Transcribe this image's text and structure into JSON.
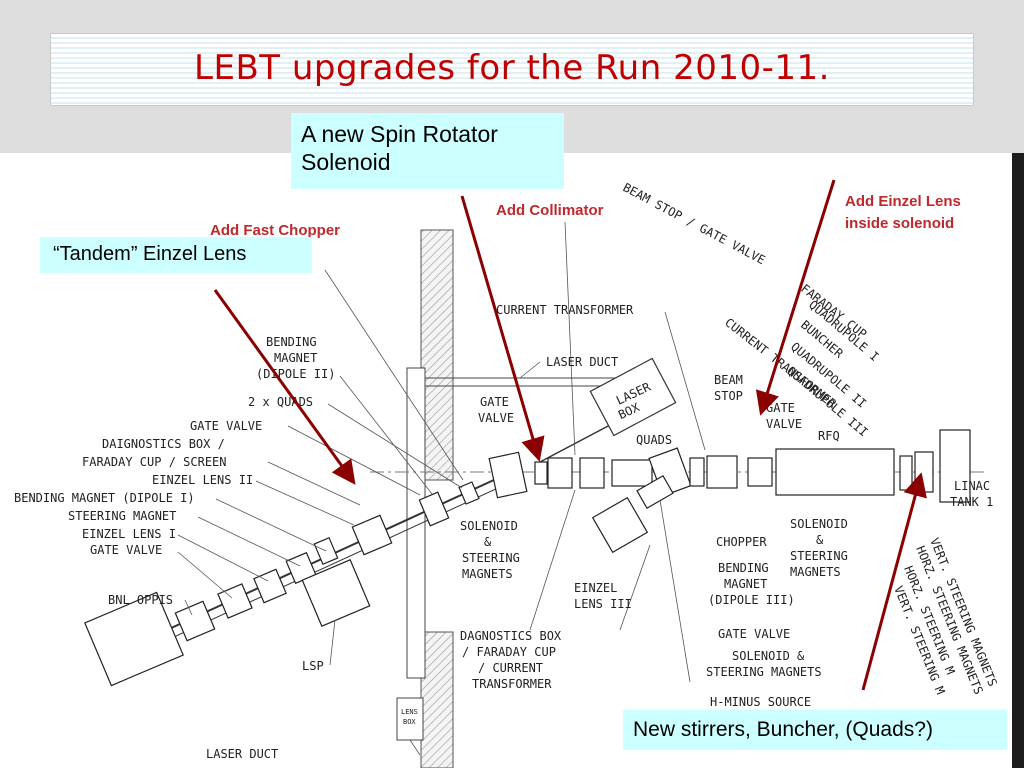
{
  "title": "LEBT upgrades for the Run 2010-11.",
  "callouts": {
    "spin_rotator": [
      "A new Spin Rotator",
      "Solenoid"
    ],
    "tandem": "“Tandem” Einzel Lens",
    "stirrers": "New stirrers, Buncher, (Quads?)"
  },
  "upgrade_labels": {
    "fast_chopper": "Add Fast Chopper",
    "collimator": "Add Collimator",
    "einzel_inside": [
      "Add Einzel Lens",
      "inside solenoid"
    ]
  },
  "component_labels": {
    "beam_stop_gate_valve": "BEAM STOP / GATE VALVE",
    "current_transformer": "CURRENT TRANSFORMER",
    "laser_duct_top": "LASER DUCT",
    "laser_box": [
      "LASER",
      "BOX"
    ],
    "bending_magnet_dipole2": [
      "BENDING",
      "MAGNET",
      "(DIPOLE II)"
    ],
    "two_quads": "2 x QUADS",
    "gate_valve_left": "GATE VALVE",
    "diagnostics_box_left": [
      "DAIGNOSTICS BOX /",
      "FARADAY CUP / SCREEN"
    ],
    "einzel_lens_2": "EINZEL LENS II",
    "bending_magnet_dipole1": "BENDING MAGNET (DIPOLE I)",
    "steering_magnet": "STEERING MAGNET",
    "einzel_lens_1": "EINZEL LENS I",
    "gate_valve_lower_left": "GATE VALVE",
    "bnl_oppis": "BNL OPPIS",
    "lsp": "LSP",
    "gate_valve_mid": [
      "GATE",
      "VALVE"
    ],
    "quads": "QUADS",
    "beam_stop": [
      "BEAM",
      "STOP"
    ],
    "gate_valve_right": [
      "GATE",
      "VALVE"
    ],
    "rfq": "RFQ",
    "linac_tank": [
      "LINAC",
      "TANK 1"
    ],
    "faraday_cup": "FARADAY CUP",
    "quadrupole_1": "QUADRUPOLE I",
    "buncher": "BUNCHER",
    "current_transformer_right": "CURRENT TRANSFORMER",
    "quadrupole_2": "QUADRUPOLE II",
    "quadrupole_3": "QUADRUPOLE III",
    "solenoid_steering_left": [
      "SOLENOID",
      "&",
      "STEERING",
      "MAGNETS"
    ],
    "einzel_lens_3": [
      "EINZEL",
      "LENS III"
    ],
    "chopper": "CHOPPER",
    "bending_magnet_dipole3": [
      "BENDING",
      "MAGNET",
      "(DIPOLE III)"
    ],
    "solenoid_steering_right": [
      "SOLENOID",
      "&",
      "STEERING",
      "MAGNETS"
    ],
    "diagnostics_box_bottom": [
      "DAGNOSTICS BOX",
      "/ FARADAY CUP",
      "/ CURRENT",
      "TRANSFORMER"
    ],
    "gate_valve_bottom": "GATE VALVE",
    "solenoid_steering_bottom": [
      "SOLENOID &",
      "STEERING MAGNETS"
    ],
    "h_minus_source": "H-MINUS SOURCE",
    "laser_duct_bottom": "LASER DUCT",
    "lens_box": [
      "LENS",
      "BOX"
    ],
    "horz_steering": "HORZ. STEERING MAGNETS",
    "vert_steering": "VERT. STEERING MAGNETS",
    "horz_steering_2": "HORZ. STEERING M",
    "vert_steering_2": "VERT. STEERING M"
  },
  "colors": {
    "title": "#c00000",
    "arrow": "#8b0000",
    "upgrade_label": "#c0282d",
    "callout_bg": "#ccffff",
    "slide_bg": "#dedede"
  }
}
